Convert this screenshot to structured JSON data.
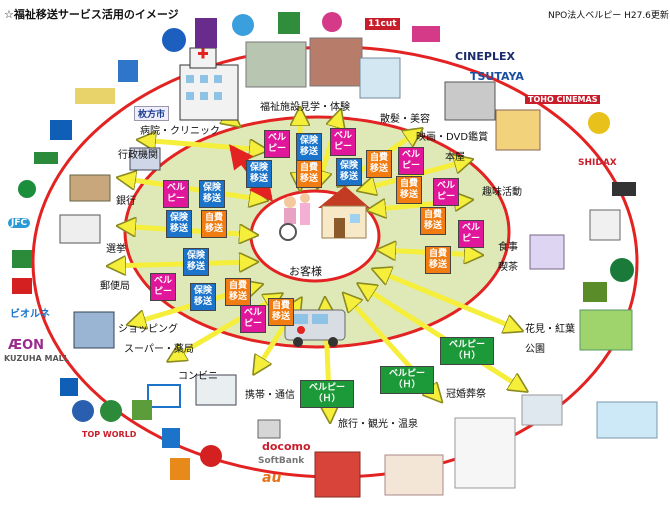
{
  "header": {
    "title": "☆福祉移送サービス活用のイメージ",
    "credit": "NPO法人ベルピー H27.6更新"
  },
  "center": {
    "label": "お客様"
  },
  "categories": {
    "welfare": "福祉施設見学・体験",
    "hospital": "病院・クリニック",
    "government": "行政機関",
    "bank": "銀行",
    "election": "選挙",
    "post": "郵便局",
    "shopping1": "ショッピング",
    "shopping2": "スーパー・薬局",
    "convenience": "コンビニ",
    "mobile": "携帯・通信",
    "travel": "旅行・観光・温泉",
    "wedding": "冠婚葬祭",
    "park1": "花見・紅葉",
    "park2": "公園",
    "food1": "食事",
    "food2": "喫茶",
    "hobby": "趣味活動",
    "books": "本屋",
    "movie": "映画・DVD鑑賞",
    "beauty": "散髪・美容"
  },
  "tags": {
    "bell": "ベルピー",
    "insurance": "保険移送",
    "self": "自費移送",
    "bell_h": "ベルピー（Ｈ）"
  },
  "logos": {
    "hirakata": "枚方市",
    "cineplex": "CINEPLEX",
    "tsutaya": "TSUTAYA",
    "toho": "TOHO CINEMAS",
    "shidax": "SHIDAX",
    "aeon": "ÆON",
    "kuzuha": "KUZUHA MALL",
    "hiraleo": "ビオルネ",
    "jfc": "JFC",
    "topworld": "TOP WORLD",
    "docomo": "docomo",
    "softbank": "SoftBank",
    "au": "au",
    "ilcut": "11cut"
  },
  "colors": {
    "bell": "#e0169b",
    "insurance": "#1b74c9",
    "self": "#f07c12",
    "bell_h": "#1c9a3a",
    "inner_ellipse_fill": "#dfe9b8",
    "outer_ellipse": "#e32222",
    "arrow": "#f5ee3a"
  }
}
